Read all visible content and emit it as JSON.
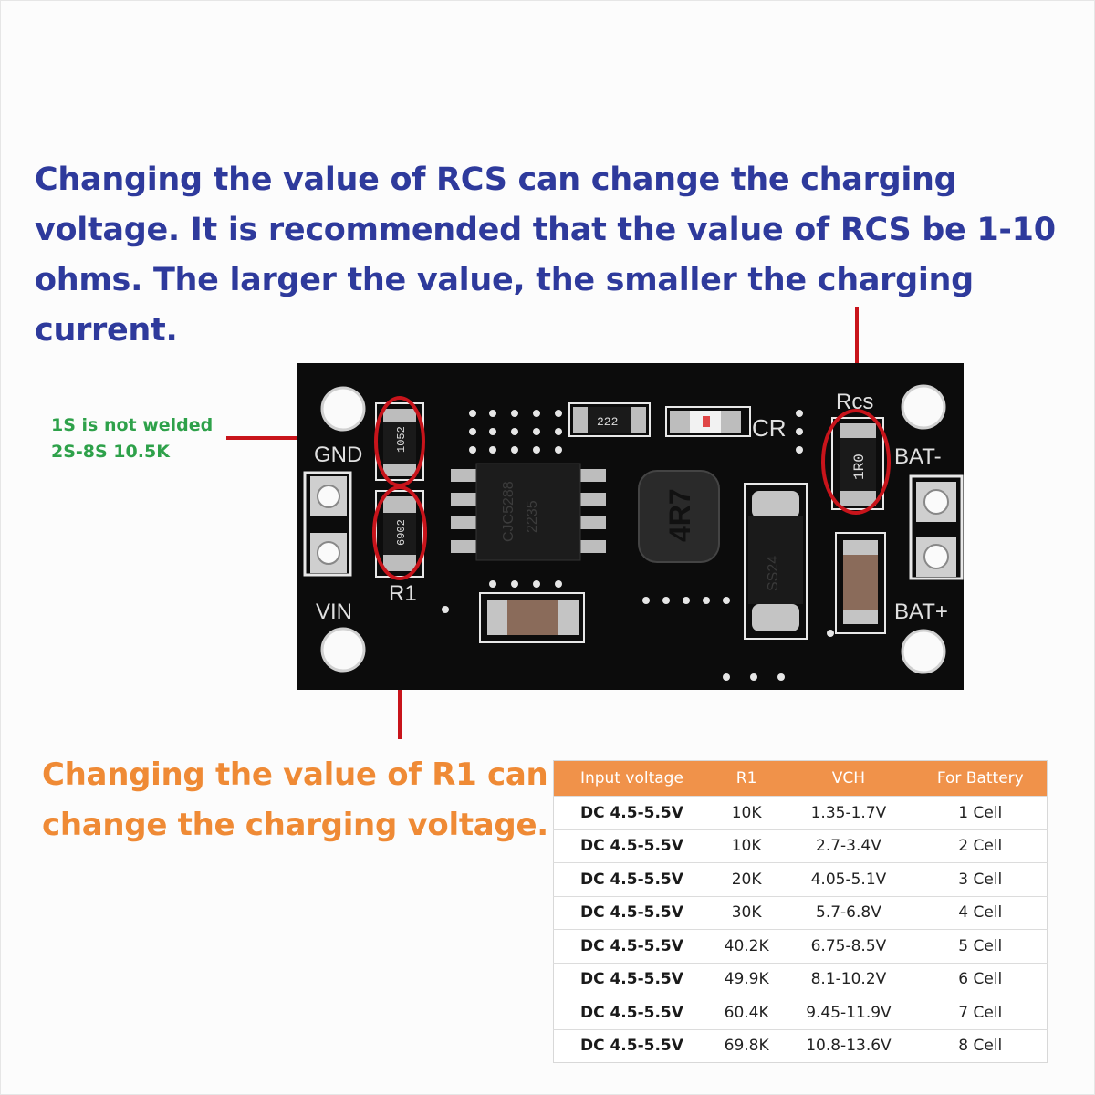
{
  "top_note": "Changing the value of RCS can change the charging voltage. It is recommended that the value of RCS be 1-10 ohms. The larger the value, the smaller the charging current.",
  "r1_note": "Changing the value of R1 can change the charging voltage.",
  "side_note": {
    "line1": "1S is not welded",
    "line2": "2S-8S 10.5K"
  },
  "board_labels": {
    "gnd": "GND",
    "vin": "VIN",
    "r1": "R1",
    "rcs": "Rcs",
    "cr": "CR",
    "bat_minus": "BAT-",
    "bat_plus": "BAT+",
    "r_top_code": "1052",
    "r1_code": "6902",
    "rcs_code": "1R0",
    "small_r_code": "222",
    "chip_line1": "CJC5288",
    "chip_line2": "2235",
    "inductor_code": "4R7",
    "diode_code": "SS24"
  },
  "colors": {
    "top_note": "#2e3a9c",
    "r1_note": "#ef8a35",
    "side_note": "#2ea14a",
    "annotation_red": "#c8141b",
    "table_header": "#f0924a",
    "pcb": "#0c0c0c"
  },
  "table": {
    "headers": [
      "Input voltage",
      "R1",
      "VCH",
      "For Battery"
    ],
    "rows": [
      [
        "DC 4.5-5.5V",
        "10K",
        "1.35-1.7V",
        "1 Cell"
      ],
      [
        "DC 4.5-5.5V",
        "10K",
        "2.7-3.4V",
        "2 Cell"
      ],
      [
        "DC 4.5-5.5V",
        "20K",
        "4.05-5.1V",
        "3 Cell"
      ],
      [
        "DC 4.5-5.5V",
        "30K",
        "5.7-6.8V",
        "4 Cell"
      ],
      [
        "DC 4.5-5.5V",
        "40.2K",
        "6.75-8.5V",
        "5 Cell"
      ],
      [
        "DC 4.5-5.5V",
        "49.9K",
        "8.1-10.2V",
        "6 Cell"
      ],
      [
        "DC 4.5-5.5V",
        "60.4K",
        "9.45-11.9V",
        "7 Cell"
      ],
      [
        "DC 4.5-5.5V",
        "69.8K",
        "10.8-13.6V",
        "8 Cell"
      ]
    ]
  }
}
